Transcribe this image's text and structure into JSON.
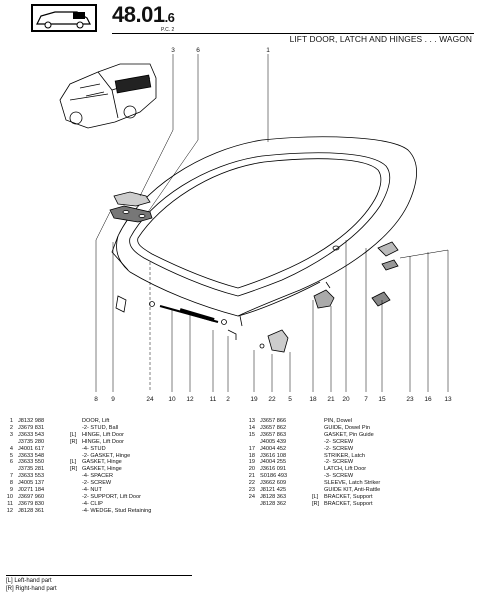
{
  "header": {
    "section_number": "48.01",
    "section_suffix": ".6",
    "page_label": "P.C. 2",
    "title": "LIFT DOOR, LATCH AND HINGES . . . WAGON"
  },
  "callouts_top": [
    "3",
    "6",
    "1"
  ],
  "callouts_bottom": [
    "8",
    "9",
    "24",
    "10",
    "12",
    "11",
    "2",
    "19",
    "22",
    "5",
    "18",
    "21",
    "20",
    "7",
    "15",
    "23",
    "16",
    "13"
  ],
  "parts_left": [
    {
      "idx": "1",
      "code": "J8132 988",
      "side": "",
      "desc": "DOOR, Lift"
    },
    {
      "idx": "2",
      "code": "J3679 831",
      "side": "",
      "desc": "-2- STUD, Ball"
    },
    {
      "idx": "3",
      "code": "J3633 543",
      "side": "[L]",
      "desc": "HINGE, Lift Door"
    },
    {
      "idx": "",
      "code": "J3735 280",
      "side": "[R]",
      "desc": "HINGE, Lift Door"
    },
    {
      "idx": "4",
      "code": "J4001 617",
      "side": "",
      "desc": "-4- STUD"
    },
    {
      "idx": "5",
      "code": "J3633 548",
      "side": "",
      "desc": "-2- GASKET, Hinge"
    },
    {
      "idx": "6",
      "code": "J3633 550",
      "side": "[L]",
      "desc": "GASKET, Hinge"
    },
    {
      "idx": "",
      "code": "J3735 281",
      "side": "[R]",
      "desc": "GASKET, Hinge"
    },
    {
      "idx": "7",
      "code": "J3633 553",
      "side": "",
      "desc": "-4- SPACER"
    },
    {
      "idx": "8",
      "code": "J4005 137",
      "side": "",
      "desc": "-2- SCREW"
    },
    {
      "idx": "9",
      "code": "J0271 184",
      "side": "",
      "desc": "-4- NUT"
    },
    {
      "idx": "10",
      "code": "J3697 960",
      "side": "",
      "desc": "-2- SUPPORT, Lift Door"
    },
    {
      "idx": "11",
      "code": "J3679 830",
      "side": "",
      "desc": "-4- CLIP"
    },
    {
      "idx": "12",
      "code": "J8128 361",
      "side": "",
      "desc": "-4- WEDGE, Stud Retaining"
    }
  ],
  "parts_right": [
    {
      "idx": "13",
      "code": "J3657 866",
      "side": "",
      "desc": "PIN, Dowel"
    },
    {
      "idx": "14",
      "code": "J3657 862",
      "side": "",
      "desc": "GUIDE, Dowel Pin"
    },
    {
      "idx": "15",
      "code": "J3657 863",
      "side": "",
      "desc": "GASKET, Pin Guide"
    },
    {
      "idx": "",
      "code": "J4005 439",
      "side": "",
      "desc": "-2- SCREW"
    },
    {
      "idx": "17",
      "code": "J4004 452",
      "side": "",
      "desc": "-2- SCREW"
    },
    {
      "idx": "18",
      "code": "J3616 108",
      "side": "",
      "desc": "STRIKER, Latch"
    },
    {
      "idx": "19",
      "code": "J4004 255",
      "side": "",
      "desc": "-2- SCREW"
    },
    {
      "idx": "20",
      "code": "J3616 091",
      "side": "",
      "desc": "LATCH, Lift Door"
    },
    {
      "idx": "21",
      "code": "S0186 493",
      "side": "",
      "desc": "-3- SCREW"
    },
    {
      "idx": "22",
      "code": "J3662 609",
      "side": "",
      "desc": "SLEEVE, Latch Striker"
    },
    {
      "idx": "23",
      "code": "J8121 425",
      "side": "",
      "desc": "GUIDE KIT, Anti-Rattle"
    },
    {
      "idx": "24",
      "code": "J8128 363",
      "side": "[L]",
      "desc": "BRACKET, Support"
    },
    {
      "idx": "",
      "code": "J8128 362",
      "side": "[R]",
      "desc": "BRACKET, Support"
    }
  ],
  "footnotes": [
    "[L] Left-hand part",
    "[R] Right-hand part"
  ]
}
